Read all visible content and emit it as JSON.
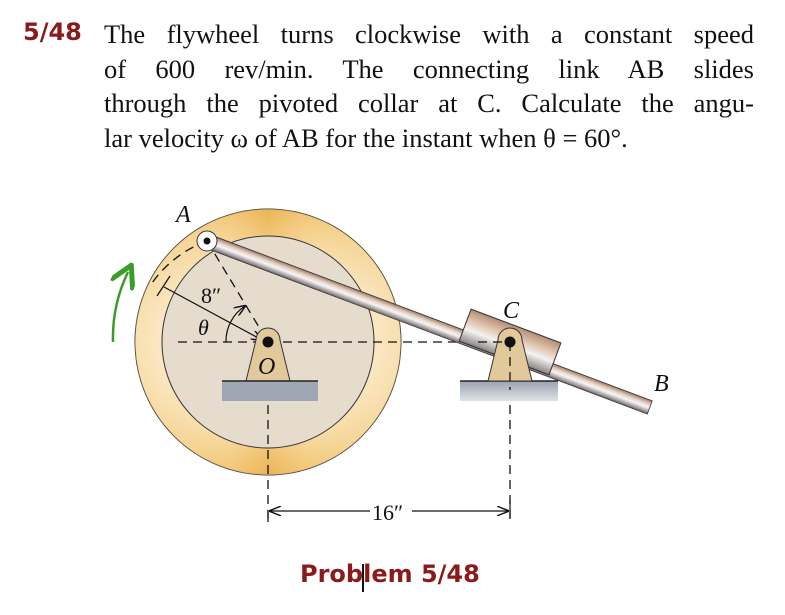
{
  "problem": {
    "number": "5/48",
    "lines": [
      "The flywheel turns clockwise with a constant speed",
      "of 600 rev/min. The connecting link AB slides",
      "through the pivoted collar at C. Calculate the angu-",
      "lar velocity ω of AB for the instant when θ = 60°."
    ],
    "speed": "600 rev/min",
    "theta": "60°",
    "caption": "Problem 5/48"
  },
  "figure": {
    "labels": {
      "A": "A",
      "B": "B",
      "C": "C",
      "O": "O",
      "theta": "θ",
      "radius": "8″",
      "distance": "16″"
    },
    "colors": {
      "rim": "#e8a93a",
      "rim_light": "#fbe7c2",
      "disk": "#e6ddd0",
      "support": "#e0c79a",
      "ground": "#9ea7b3",
      "rod": "#c9a990",
      "collar": "#d4b199",
      "arrow": "#3a9a2a",
      "title_red": "#8b1a1a"
    }
  }
}
